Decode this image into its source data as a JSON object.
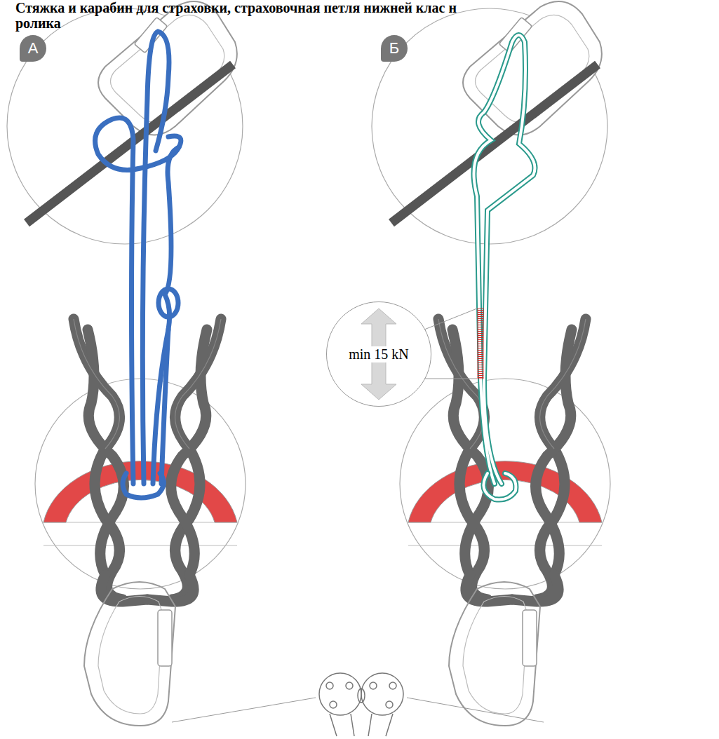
{
  "diagram": {
    "title": "Стяжка и карабин для страховки, страховочная петля нижней клас н ролика",
    "nodes": [
      {
        "text": [
          "А"
        ]
      },
      {
        "text": [
          "Б"
        ]
      },
      {
        "text": [
          "min 15 kN"
        ]
      }
    ]
  }
}
